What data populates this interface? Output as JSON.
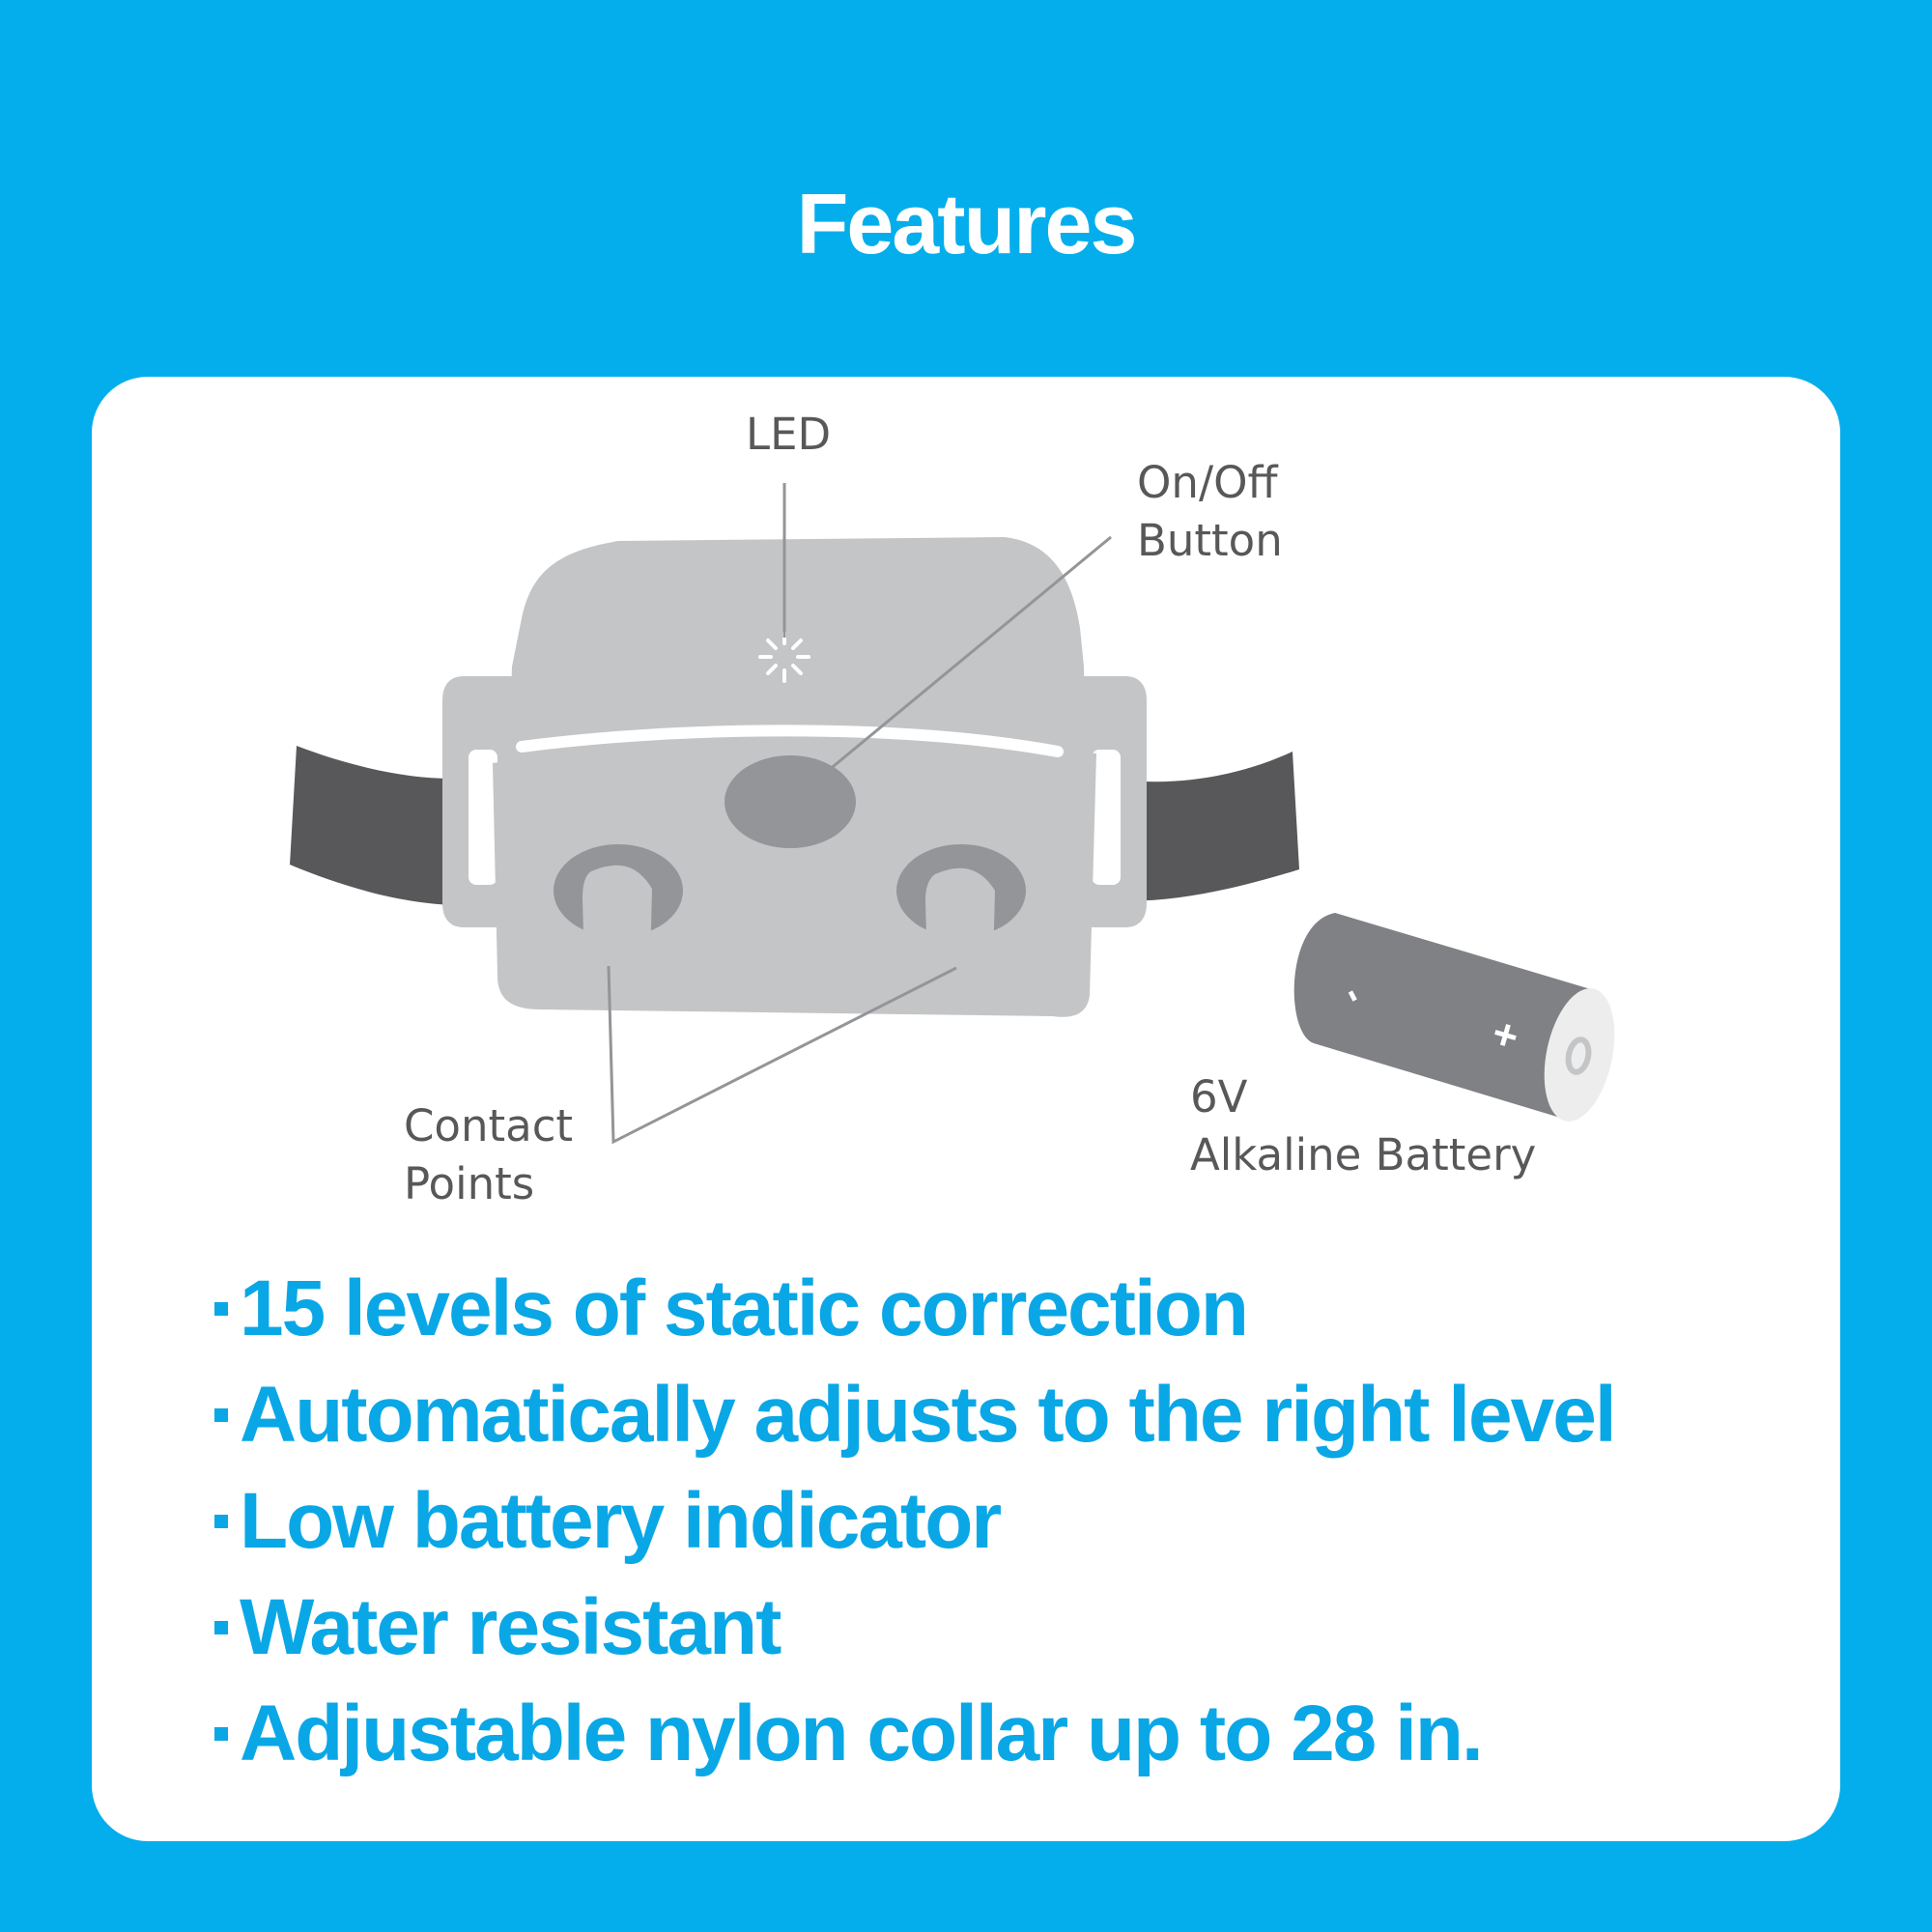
{
  "page": {
    "title": "Features",
    "background_color": "#04aeec",
    "accent_color": "#0aa7e6"
  },
  "diagram": {
    "callouts": {
      "led": "LED",
      "on_off_button": "On/Off\nButton",
      "contact_points": "Contact\nPoints",
      "battery": "6V\nAlkaline Battery"
    },
    "battery_signs": {
      "negative": "-",
      "positive": "+"
    }
  },
  "features": [
    "15 levels of static correction",
    "Automatically adjusts to the right level",
    "Low battery indicator",
    "Water resistant",
    "Adjustable nylon collar up to 28 in."
  ]
}
